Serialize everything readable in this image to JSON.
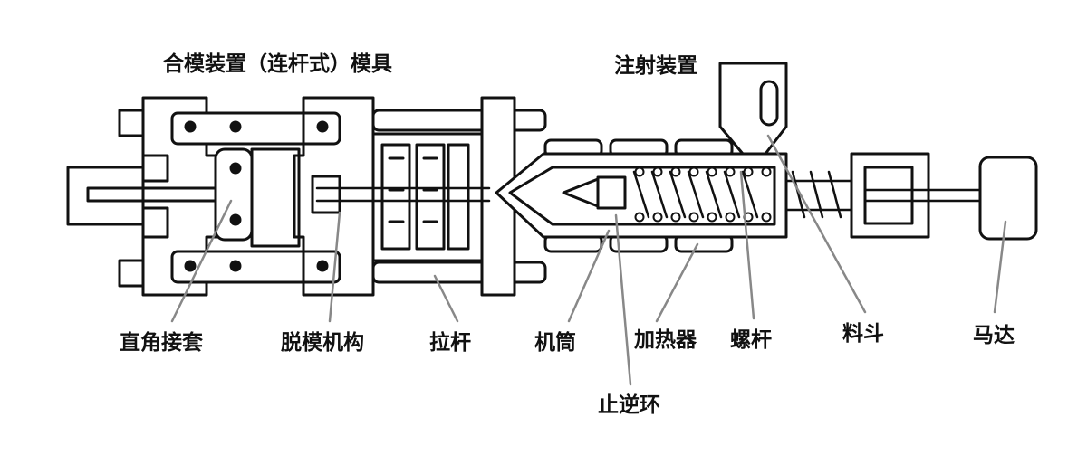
{
  "labels": {
    "clamp_unit": "合模装置（连杆式）模具",
    "injection_unit": "注射装置",
    "toggle_sleeve": "直角接套",
    "ejector": "脱模机构",
    "tie_bar": "拉杆",
    "barrel": "机筒",
    "check_ring": "止逆环",
    "heater": "加热器",
    "screw": "螺杆",
    "hopper": "料斗",
    "motor": "马达"
  },
  "colors": {
    "outline": "#111111",
    "leader": "#888888",
    "background": "#ffffff"
  }
}
